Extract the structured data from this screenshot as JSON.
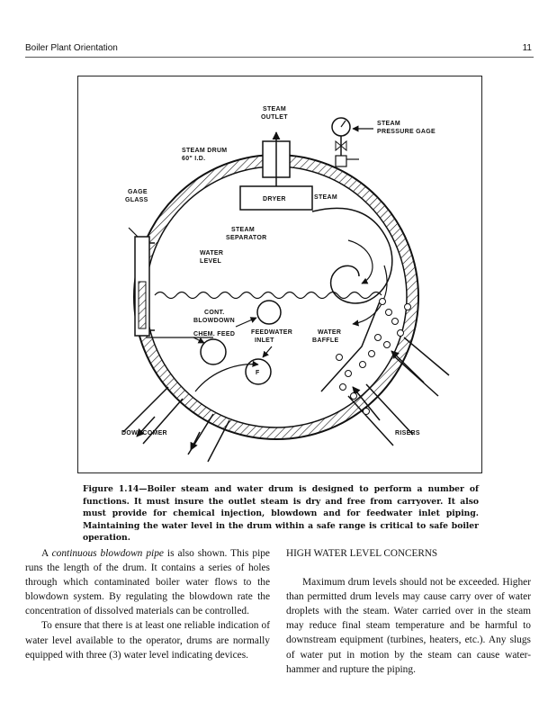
{
  "header": {
    "left": "Boiler Plant Orientation",
    "page_number": "11"
  },
  "figure": {
    "labels": {
      "steam_outlet_1": "STEAM",
      "steam_outlet_2": "OUTLET",
      "pressure_gage_1": "STEAM",
      "pressure_gage_2": "PRESSURE GAGE",
      "steam_drum_1": "STEAM DRUM",
      "steam_drum_2": "60\" I.D.",
      "gage_glass_1": "GAGE",
      "gage_glass_2": "GLASS",
      "dryer": "DRYER",
      "steam": "STEAM",
      "steam_separator_1": "STEAM",
      "steam_separator_2": "SEPARATOR",
      "water_level_1": "WATER",
      "water_level_2": "LEVEL",
      "cont_blowdown_1": "CONT.",
      "cont_blowdown_2": "BLOWDOWN",
      "chem_feed": "CHEM. FEED",
      "feedwater_inlet_1": "FEEDWATER",
      "feedwater_inlet_2": "INLET",
      "water_baffle_1": "WATER",
      "water_baffle_2": "BAFFLE",
      "f_marker": "F",
      "downcomer": "DOWNCOMER",
      "risers": "RISERS"
    },
    "caption": "Figure 1.14—Boiler steam and water drum is designed to perform a number of functions. It must insure the outlet steam is dry and free from carryover. It also must provide for chemical injection, blowdown and for feedwater inlet piping. Maintaining the water level in the drum within a safe range is critical to safe boiler operation."
  },
  "left_column": {
    "p1_before": "A ",
    "p1_italic": "continuous blowdown pipe",
    "p1_after": " is also shown. This pipe runs the length of the drum. It contains a series of holes through which contaminated boiler water flows to the blowdown system. By regulating the blowdown rate the concentration of dissolved materials can be controlled.",
    "p2": "To ensure that there is at least one reliable indication of water level available to the operator, drums are normally equipped with three (3) water level indicating devices."
  },
  "right_column": {
    "heading": "HIGH WATER LEVEL CONCERNS",
    "p1": "Maximum drum levels should not be exceeded. Higher than permitted drum levels may cause carry over of water droplets with the steam. Water carried over in the steam may reduce final steam temperature and be harmful to downstream equipment (turbines, heaters, etc.). Any slugs of water put in motion by the steam can cause water-hammer and rupture the piping."
  }
}
